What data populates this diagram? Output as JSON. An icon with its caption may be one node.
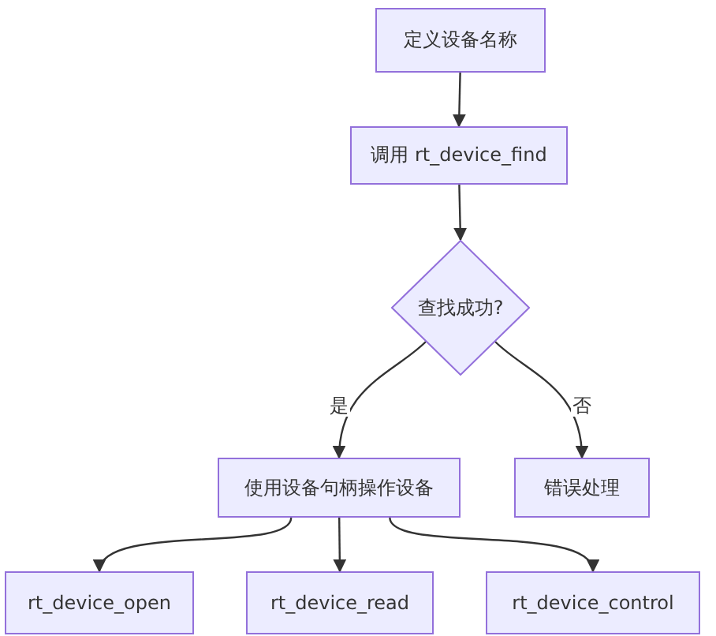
{
  "diagram": {
    "nodes": [
      {
        "text": [
          "定义设备名称"
        ]
      },
      {
        "text": [
          "调用 rt_device_find"
        ]
      },
      {
        "text": [
          "查找成功?"
        ]
      },
      {
        "text": [
          "使用设备句柄操作设备"
        ]
      },
      {
        "text": [
          "错误处理"
        ]
      },
      {
        "text": [
          "rt_device_open"
        ]
      },
      {
        "text": [
          "rt_device_read"
        ]
      },
      {
        "text": [
          "rt_device_control"
        ]
      }
    ],
    "edges": [
      {
        "from": 0,
        "to": 1,
        "arrow": "to"
      },
      {
        "from": 1,
        "to": 2,
        "arrow": "to"
      },
      {
        "from": 2,
        "to": 3,
        "arrow": "to",
        "label": "是"
      },
      {
        "from": 2,
        "to": 4,
        "arrow": "to",
        "label": "否"
      },
      {
        "from": 3,
        "to": 5,
        "arrow": "to"
      },
      {
        "from": 3,
        "to": 6,
        "arrow": "to"
      },
      {
        "from": 3,
        "to": 7,
        "arrow": "to"
      }
    ]
  }
}
